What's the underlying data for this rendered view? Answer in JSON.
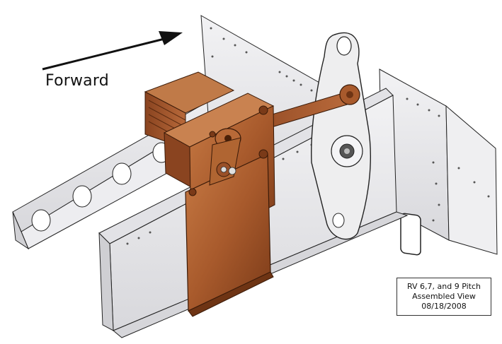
{
  "labels": {
    "direction": "Forward"
  },
  "title_block": {
    "line1": "RV 6,7, and 9 Pitch",
    "line2": "Assembled View",
    "line3": "08/18/2008"
  },
  "colors": {
    "servo_copper": "#a85a2c",
    "servo_dark": "#6e3414",
    "servo_light": "#d08a55",
    "sheet_metal": "#e8e8ea",
    "sheet_shadow": "#c9c9cd",
    "outline": "#222222"
  }
}
